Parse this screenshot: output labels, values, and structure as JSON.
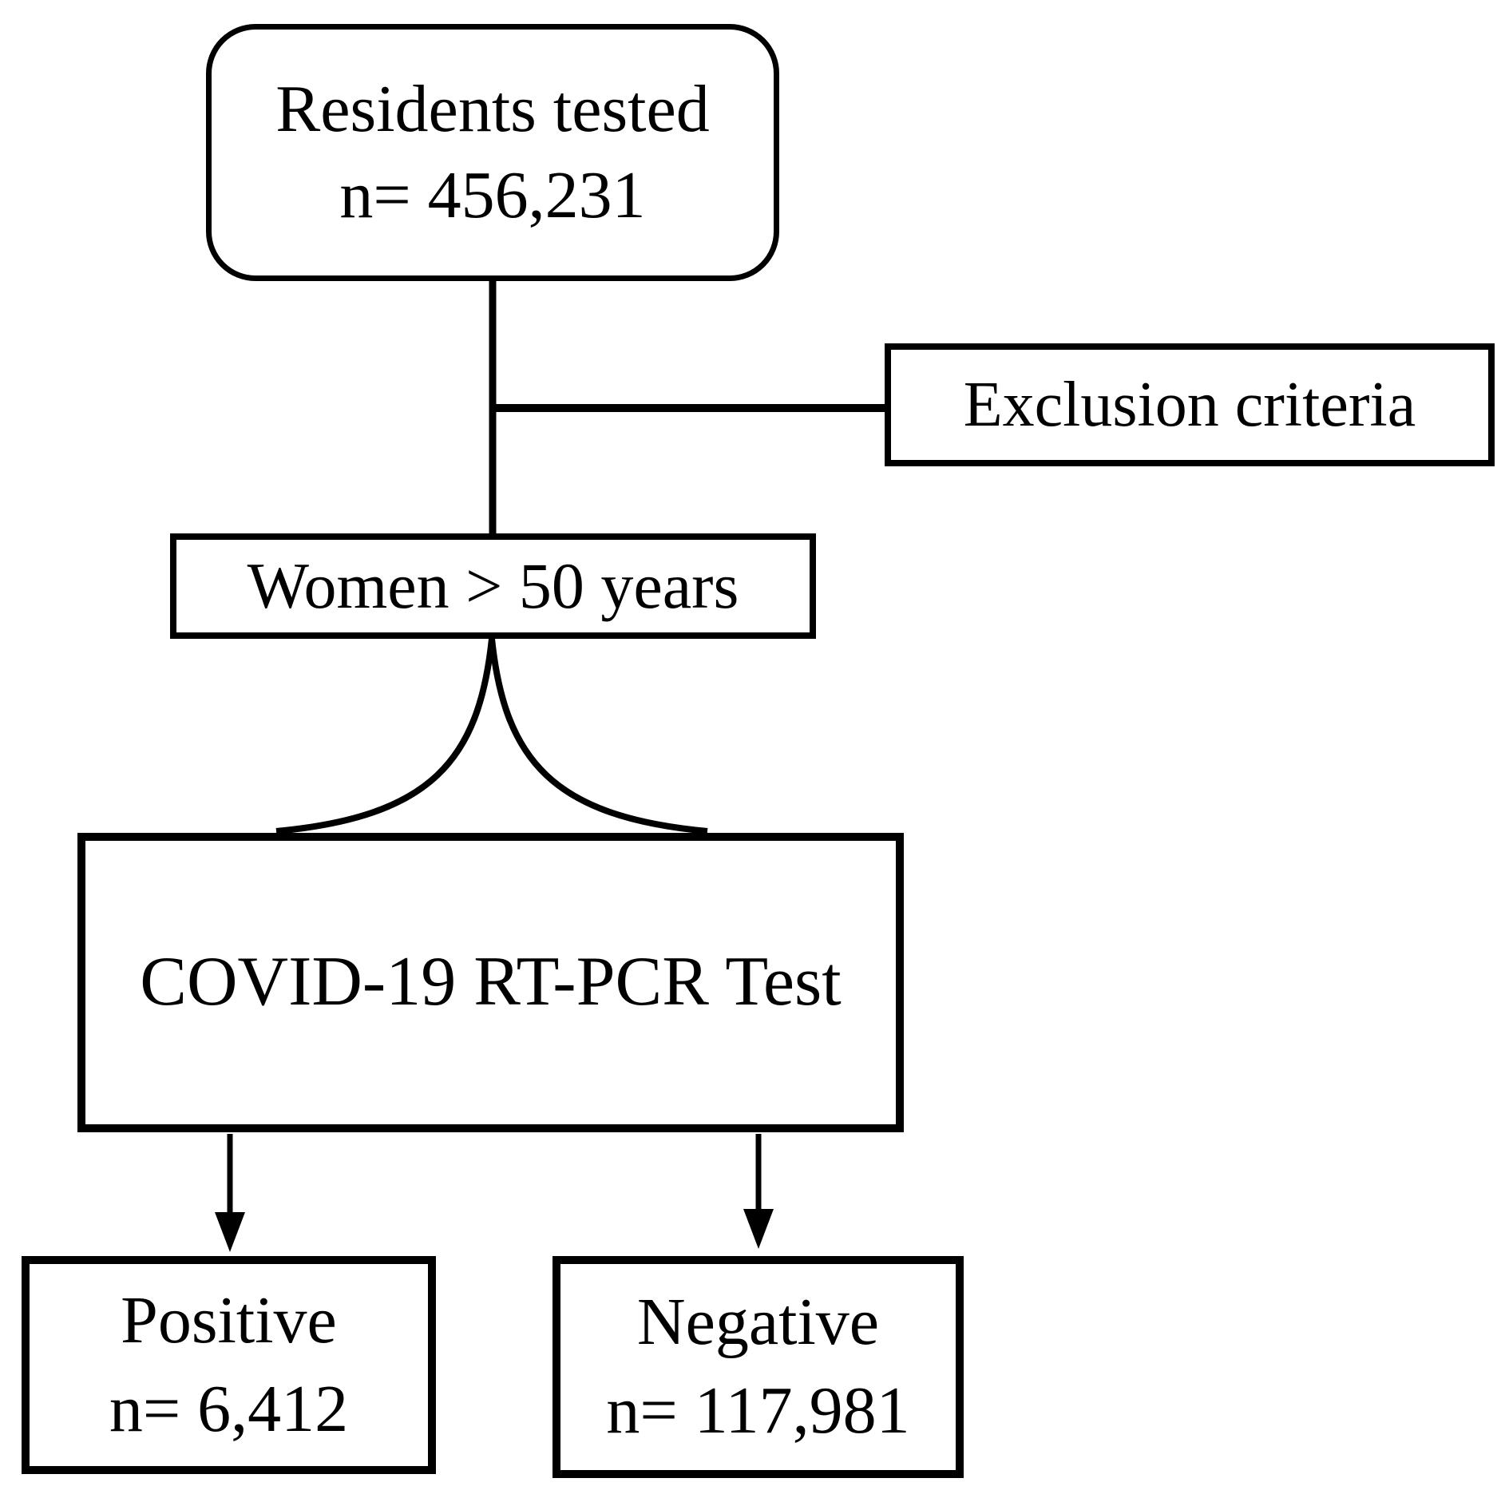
{
  "diagram": {
    "kind": "study-enrollment-flowchart",
    "colors": {
      "line": "#000000",
      "text": "#000000",
      "background": "#ffffff"
    },
    "nodes": {
      "residents": {
        "line1": "Residents tested",
        "line2": "n= 456,231"
      },
      "exclusion": {
        "label": "Exclusion criteria"
      },
      "women": {
        "label": "Women > 50 years"
      },
      "test": {
        "label": "COVID-19 RT-PCR Test"
      },
      "positive": {
        "line1": "Positive",
        "line2": "n= 6,412"
      },
      "negative": {
        "line1": "Negative",
        "line2": "n= 117,981"
      }
    },
    "edges": [
      {
        "from": "residents",
        "to": "women",
        "type": "line"
      },
      {
        "from": "residents-women-line",
        "to": "exclusion",
        "type": "branch-line"
      },
      {
        "from": "women",
        "to": "test",
        "type": "funnel-curve"
      },
      {
        "from": "test",
        "to": "positive",
        "type": "arrow"
      },
      {
        "from": "test",
        "to": "negative",
        "type": "arrow"
      }
    ]
  }
}
